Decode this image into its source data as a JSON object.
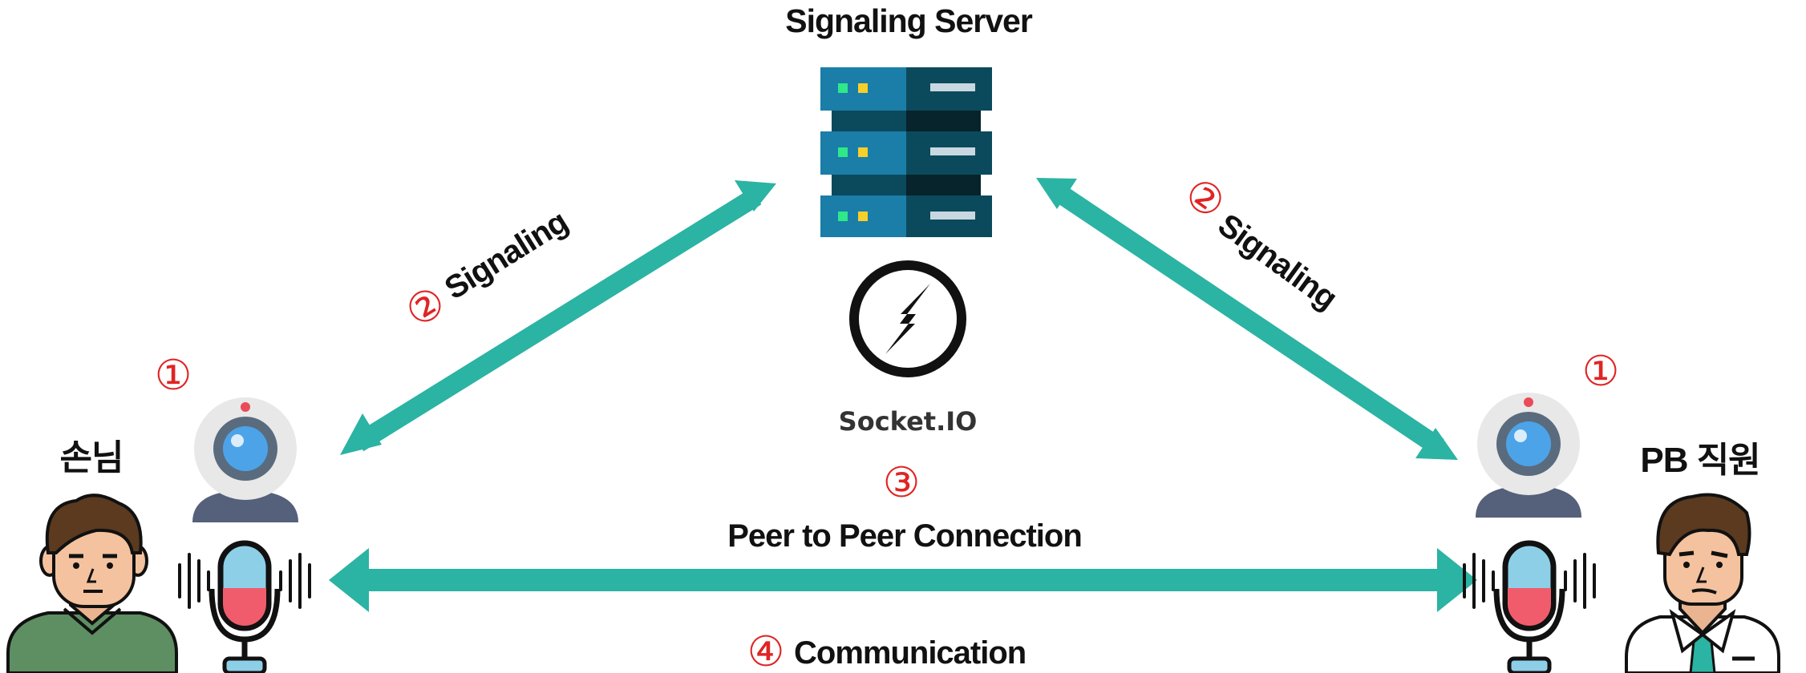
{
  "server": {
    "title": "Signaling Server",
    "icon": "server-rack-icon"
  },
  "socketio": {
    "label": "Socket.IO",
    "icon": "socketio-logo-icon"
  },
  "customer": {
    "label": "손님",
    "icons": [
      "customer-avatar-icon",
      "webcam-icon",
      "microphone-icon"
    ]
  },
  "staff": {
    "label": "PB 직원",
    "icons": [
      "staff-avatar-icon",
      "webcam-icon",
      "microphone-icon"
    ]
  },
  "steps": {
    "step1_left": "①",
    "step1_right": "①",
    "step2_left_num": "②",
    "step2_left_label": "Signaling",
    "step2_right_num": "②",
    "step2_right_label": "Signaling",
    "step3_num": "③",
    "step3_label": "Peer to Peer Connection",
    "step4_num": "④",
    "step4_label": "Communication"
  },
  "colors": {
    "arrow": "#2bb3a3",
    "step_number": "#e02424",
    "server_light": "#1a7ea8",
    "server_dark": "#0b4a5c",
    "led_green": "#2ee88a",
    "led_yellow": "#f6cf2b"
  }
}
